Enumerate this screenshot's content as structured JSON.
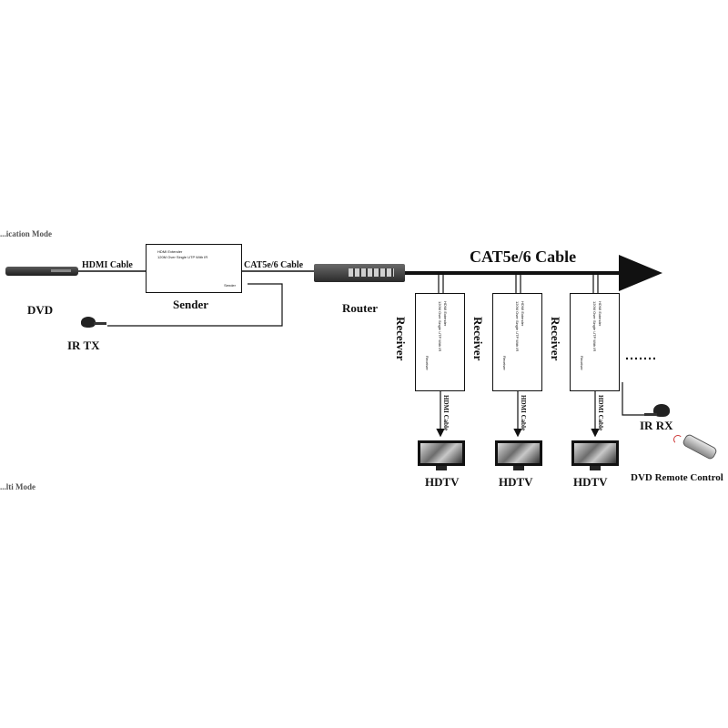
{
  "top_cut_label": "...ication Mode",
  "bottom_cut_label": "...lti Mode",
  "devices": {
    "dvd": "DVD",
    "sender": "Sender",
    "router": "Router",
    "ir_tx": "IR TX",
    "ir_rx": "IR RX",
    "remote": "DVD Remote Control"
  },
  "cables": {
    "hdmi": "HDMI Cable",
    "cat_sender": "CAT5e/6 Cable",
    "cat_bus": "CAT5e/6 Cable",
    "hdmi_vertical": "HDMI Cable"
  },
  "sender_box": {
    "line1": "HDMI Extender",
    "line2": "120M Over Single UTP With IR",
    "footer": "Sender"
  },
  "receiver_box": {
    "line1": "HDMI Extender",
    "line2": "120M Over Single UTP With IR",
    "footer": "Receiver"
  },
  "receivers": [
    {
      "label": "Receiver",
      "tv": "HDTV",
      "cable": "HDMI Cable"
    },
    {
      "label": "Receiver",
      "tv": "HDTV",
      "cable": "HDMI Cable"
    },
    {
      "label": "Receiver",
      "tv": "HDTV",
      "cable": "HDMI Cable"
    }
  ]
}
